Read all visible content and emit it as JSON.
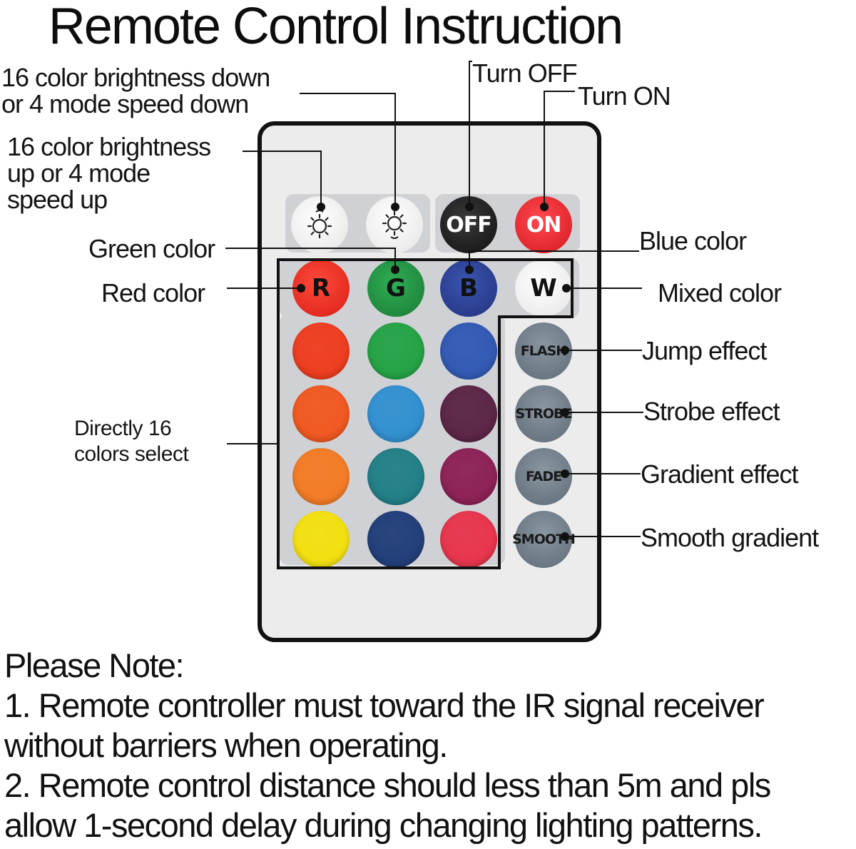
{
  "title": "Remote Control Instruction",
  "labels": {
    "brightness_down": "16 color brightness down\nor 4 mode speed down",
    "brightness_up": "16 color brightness\nup or 4 mode\nspeed up",
    "turn_off": "Turn OFF",
    "turn_on": "Turn ON",
    "green": "Green color",
    "red": "Red color",
    "blue": "Blue color",
    "mixed": "Mixed color",
    "jump": "Jump effect",
    "strobe": "Strobe effect",
    "gradient": "Gradient effect",
    "smooth": "Smooth gradient",
    "direct16": "Directly 16\ncolors  select"
  },
  "buttons": {
    "off": "OFF",
    "on": "ON",
    "r": "R",
    "g": "G",
    "b": "B",
    "w": "W",
    "flash": "FLASH",
    "strobe": "STROBE",
    "fade": "FADE",
    "smooth": "SMOOTH"
  },
  "colors": {
    "red": "#e8281f",
    "green": "#1f8a3a",
    "blue": "#2a3c8f",
    "off": "#222222",
    "on": "#e8222a",
    "grid": [
      [
        "#ef3a1c",
        "#22a243",
        "#2f57b4"
      ],
      [
        "#f2561d",
        "#2f8fd0",
        "#5a2244"
      ],
      [
        "#f47a22",
        "#1f7e86",
        "#8c1e54"
      ],
      [
        "#f4e10c",
        "#1f3c78",
        "#e8324a"
      ]
    ]
  },
  "note": "Please Note:\n1. Remote controller must toward the IR signal receiver\nwithout barriers when operating.\n2. Remote control distance should less than 5m and pls\nallow 1-second delay during changing lighting patterns."
}
